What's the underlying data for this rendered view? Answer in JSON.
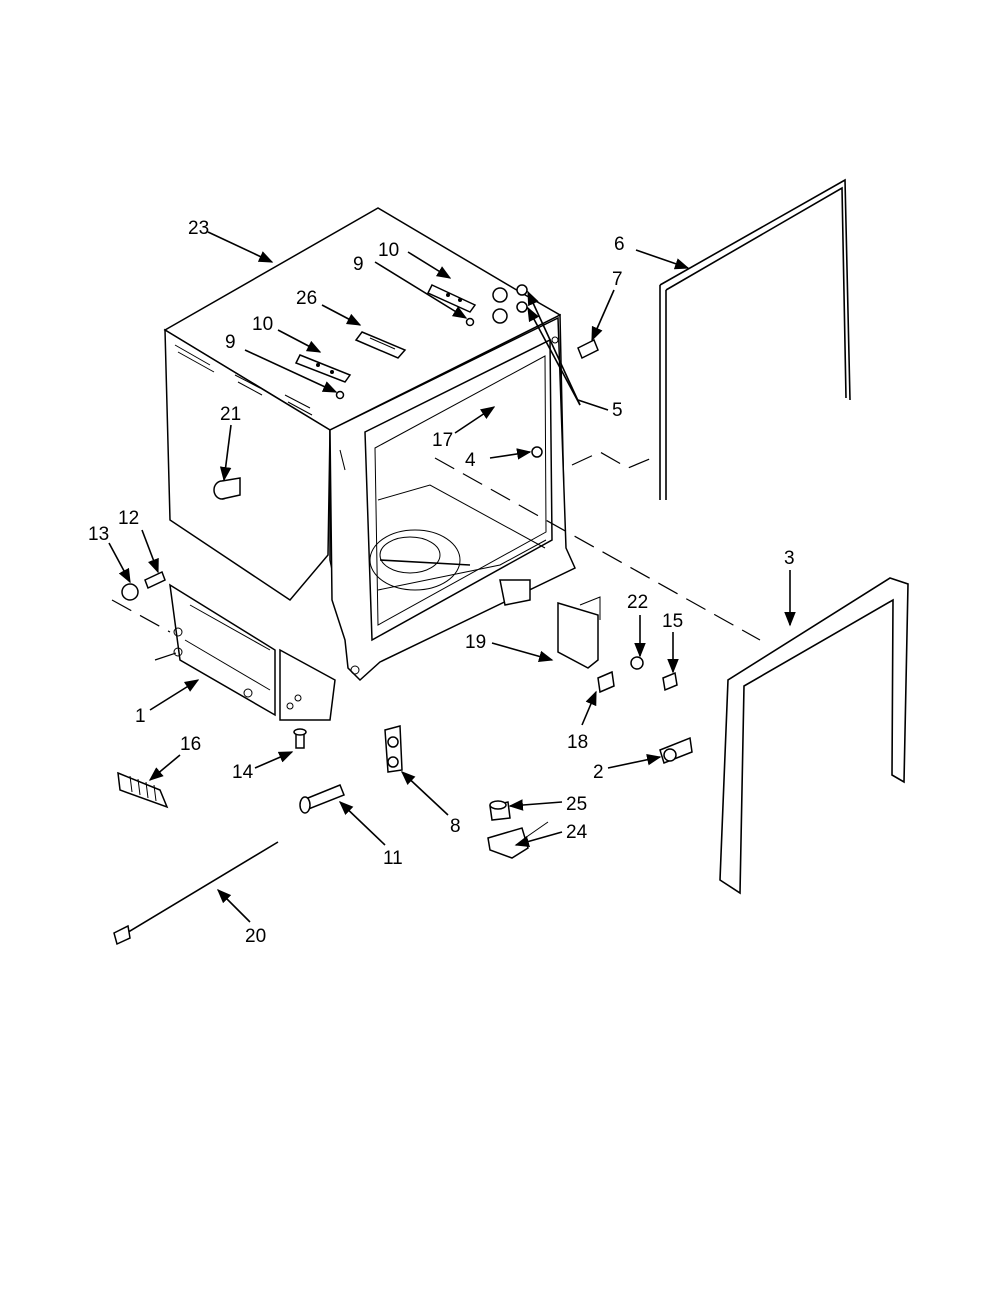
{
  "diagram": {
    "labels": [
      "23",
      "10",
      "9",
      "26",
      "10",
      "9",
      "21",
      "6",
      "7",
      "5",
      "17",
      "4",
      "3",
      "12",
      "13",
      "1",
      "22",
      "15",
      "19",
      "18",
      "16",
      "14",
      "2",
      "8",
      "25",
      "24",
      "11",
      "20"
    ]
  },
  "colors": {
    "ink": "#000000",
    "paper": "#ffffff"
  }
}
